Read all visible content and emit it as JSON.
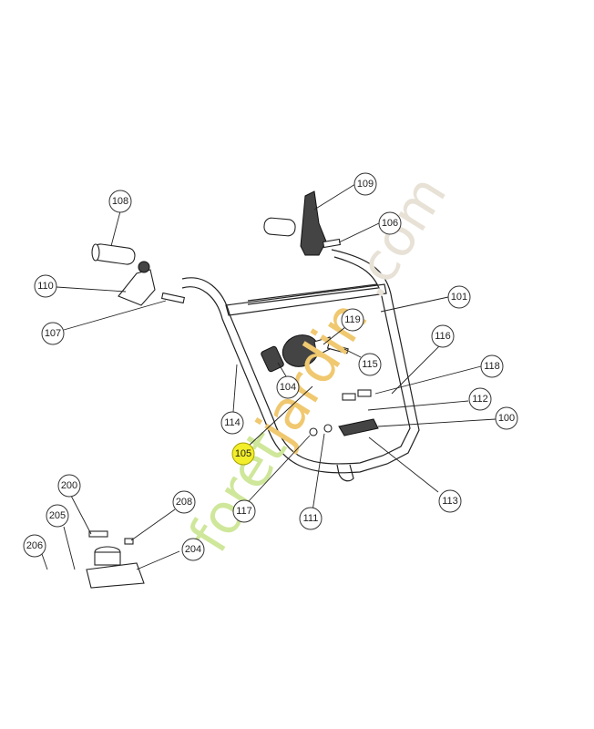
{
  "watermark": {
    "parts": [
      {
        "text": "foret",
        "color": "#cfe79a"
      },
      {
        "text": "jardin",
        "color": "#f0c870"
      },
      {
        "text": ".com",
        "color": "#d8d2c8"
      }
    ]
  },
  "callouts": [
    {
      "id": "100",
      "label": "100",
      "highlight": false
    },
    {
      "id": "101",
      "label": "101",
      "highlight": false
    },
    {
      "id": "104",
      "label": "104",
      "highlight": false
    },
    {
      "id": "105",
      "label": "105",
      "highlight": true
    },
    {
      "id": "106",
      "label": "106",
      "highlight": false
    },
    {
      "id": "107",
      "label": "107",
      "highlight": false
    },
    {
      "id": "108",
      "label": "108",
      "highlight": false
    },
    {
      "id": "109",
      "label": "109",
      "highlight": false
    },
    {
      "id": "110",
      "label": "110",
      "highlight": false
    },
    {
      "id": "111",
      "label": "111",
      "highlight": false
    },
    {
      "id": "112",
      "label": "112",
      "highlight": false
    },
    {
      "id": "113",
      "label": "113",
      "highlight": false
    },
    {
      "id": "114",
      "label": "114",
      "highlight": false
    },
    {
      "id": "115",
      "label": "115",
      "highlight": false
    },
    {
      "id": "116",
      "label": "116",
      "highlight": false
    },
    {
      "id": "117",
      "label": "117",
      "highlight": false
    },
    {
      "id": "118",
      "label": "118",
      "highlight": false
    },
    {
      "id": "119",
      "label": "119",
      "highlight": false
    },
    {
      "id": "200",
      "label": "200",
      "highlight": false
    },
    {
      "id": "204",
      "label": "204",
      "highlight": false
    },
    {
      "id": "205",
      "label": "205",
      "highlight": false
    },
    {
      "id": "206",
      "label": "206",
      "highlight": false
    },
    {
      "id": "208",
      "label": "208",
      "highlight": false
    }
  ],
  "colors": {
    "highlight": "#f2ee2a",
    "line": "#222222"
  }
}
